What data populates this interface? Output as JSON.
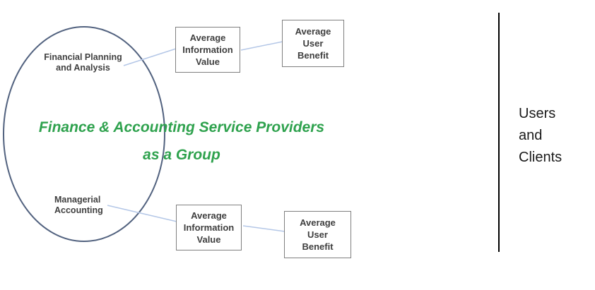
{
  "colors": {
    "ellipse_stroke": "#52627f",
    "connector": "#b4c7e7",
    "divider": "#000000",
    "box_border": "#7f7f7f",
    "box_text": "#3f3f3f",
    "member_text": "#404040",
    "group_title_text": "#2fa24e",
    "users_text": "#1a1a1a",
    "background": "#ffffff"
  },
  "diagram": {
    "group": {
      "title_line1": "Finance & Accounting Service Providers",
      "title_line2": "as a Group"
    },
    "members": [
      {
        "id": "financial-planning-and-analysis",
        "lines": [
          "Financial Planning",
          "and Analysis"
        ]
      },
      {
        "id": "managerial-accounting",
        "lines": [
          "Managerial",
          "Accounting"
        ]
      }
    ],
    "boxes": [
      {
        "id": "top-average-information-value",
        "lines": [
          "Average",
          "Information",
          "Value"
        ]
      },
      {
        "id": "top-average-user-benefit",
        "lines": [
          "Average",
          "User",
          "Benefit"
        ]
      },
      {
        "id": "bottom-average-information-value",
        "lines": [
          "Average",
          "Information",
          "Value"
        ]
      },
      {
        "id": "bottom-average-user-benefit",
        "lines": [
          "Average",
          "User",
          "Benefit"
        ]
      }
    ],
    "right_panel": {
      "lines": [
        "Users",
        "and",
        "Clients"
      ]
    }
  }
}
